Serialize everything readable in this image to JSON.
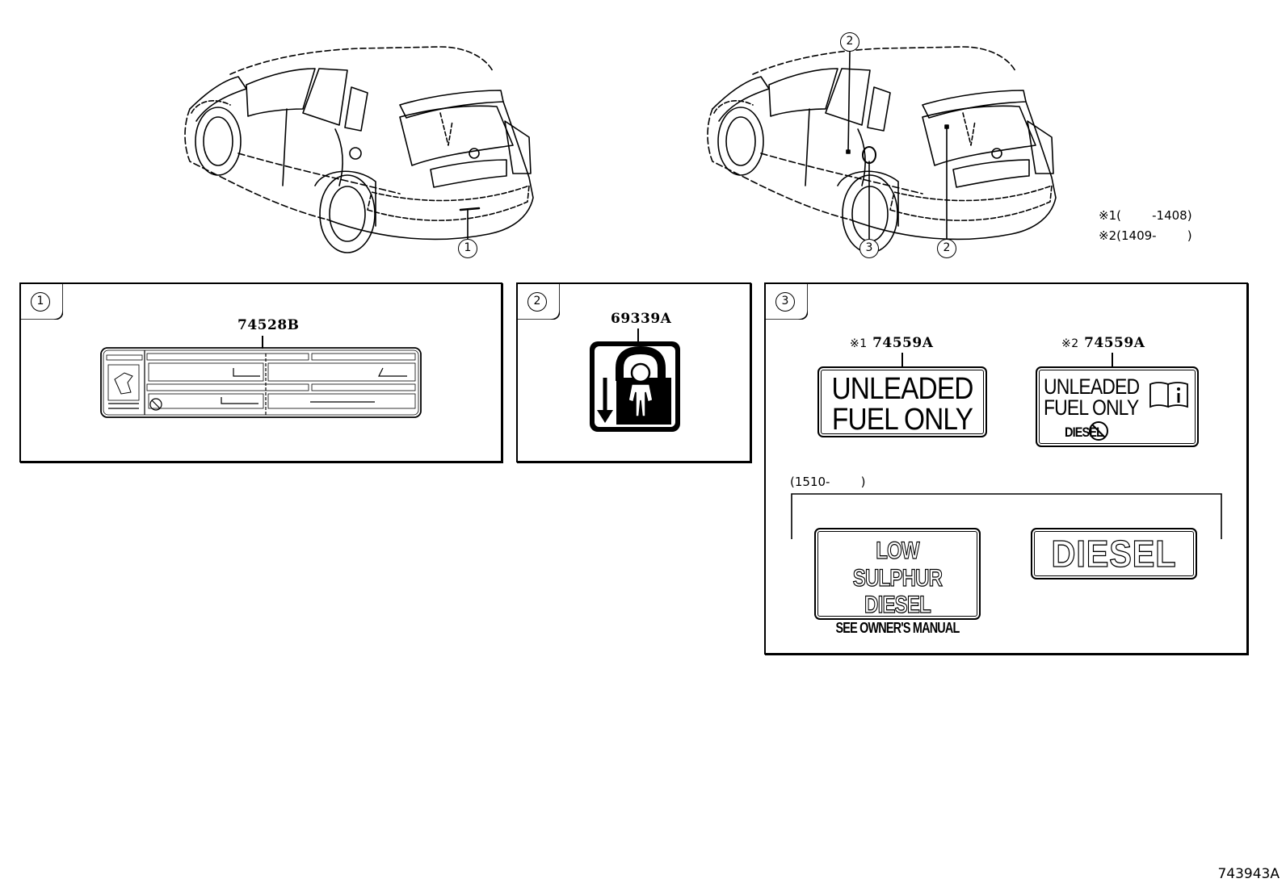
{
  "callouts": {
    "c1": "1",
    "c2": "2",
    "c3": "3"
  },
  "notes": {
    "note1_mark": "※1",
    "note1_range": "(        -1408)",
    "note2_mark": "※2",
    "note2_range": "(1409-        )"
  },
  "panel1": {
    "badge": "1",
    "part_number": "74528B"
  },
  "panel2": {
    "badge": "2",
    "part_number": "69339A"
  },
  "panel3": {
    "badge": "3",
    "left": {
      "mark": "※1",
      "part_number": "74559A",
      "line1": "UNLEADED",
      "line2": "FUEL ONLY"
    },
    "right": {
      "mark": "※2",
      "part_number": "74559A",
      "line1": "UNLEADED",
      "line2": "FUEL ONLY",
      "line3": "DIESEL"
    },
    "range_label": "(1510-        )",
    "diesel_small": {
      "line1": "LOW SULPHUR",
      "line2": "DIESEL",
      "line3": "SEE OWNER'S MANUAL"
    },
    "diesel_big": "DIESEL"
  },
  "diagram_id": "743943A"
}
